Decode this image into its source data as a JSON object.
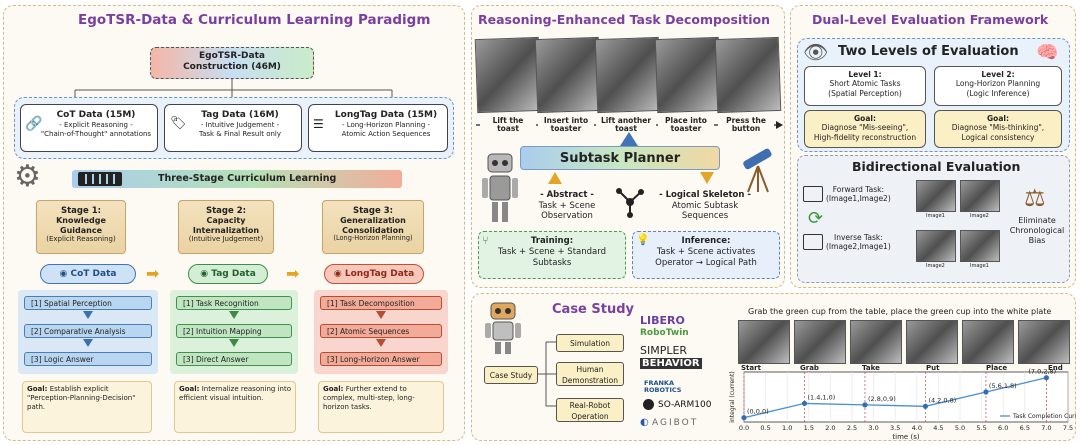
{
  "left": {
    "title": "EgoTSR-Data & Curriculum Learning Paradigm",
    "construction": {
      "line1": "EgoTSR-Data",
      "line2": "Construction (46M)"
    },
    "cot_box": {
      "title": "CoT Data (15M)",
      "l1": "- Explicit Reasoning -",
      "l2": "\"Chain-of-Thought\" annotations"
    },
    "tag_box": {
      "title": "Tag Data (16M)",
      "l1": "- Intuitive Judgement -",
      "l2": "Task & Final Result only"
    },
    "longtag_box": {
      "title": "LongTag Data (15M)",
      "l1": "- Long-Horizon Planning -",
      "l2": "Atomic Action Sequences"
    },
    "curriculum_label": "Three-Stage Curriculum Learning",
    "stages": [
      {
        "l1": "Stage 1:",
        "l2": "Knowledge",
        "l3": "Guidance",
        "sub": "(Explicit Reasoning)"
      },
      {
        "l1": "Stage 2:",
        "l2": "Capacity",
        "l3": "Internalization",
        "sub": "(Intuitive Judgement)"
      },
      {
        "l1": "Stage 3:",
        "l2": "Generalization",
        "l3": "Consolidation",
        "sub": "(Long-Horizon Planning)"
      }
    ],
    "pills": [
      "CoT Data",
      "Tag Data",
      "LongTag Data"
    ],
    "col1": [
      "[1] Spatial Perception",
      "[2] Comparative Analysis",
      "[3] Logic Answer"
    ],
    "col2": [
      "[1] Task Recognition",
      "[2] Intuition Mapping",
      "[3] Direct Answer"
    ],
    "col3": [
      "[1] Task Decomposition",
      "[2] Atomic Sequences",
      "[3] Long-Horizon Answer"
    ],
    "goal_label": "Goal:",
    "goals": [
      "Establish explicit \"Perception-Planning-Decision\" path.",
      "Internalize reasoning into efficient visual intuition.",
      "Further extend to complex, multi-step, long-horizon tasks."
    ],
    "colors": {
      "blue": "#bcd8f2",
      "green": "#c7ebc9",
      "red": "#f4b4a6"
    }
  },
  "middle": {
    "title": "Reasoning-Enhanced Task Decomposition",
    "steps": [
      {
        "a": "Lift the",
        "b": "toast"
      },
      {
        "a": "Insert into",
        "b": "toaster"
      },
      {
        "a": "Lift another",
        "b": "toast"
      },
      {
        "a": "Place into",
        "b": "toaster"
      },
      {
        "a": "Press the",
        "b": "button"
      }
    ],
    "planner": "Subtask Planner",
    "abstract": {
      "title": "- Abstract -",
      "l1": "Task + Scene",
      "l2": "Observation"
    },
    "skeleton": {
      "title": "- Logical Skeleton -",
      "l1": "Atomic Subtask",
      "l2": "Sequences"
    },
    "training": {
      "title": "Training:",
      "l1": "Task + Scene + Standard",
      "l2": "Subtasks"
    },
    "inference": {
      "title": "Inference:",
      "l1": "Task + Scene activates",
      "l2": "Operator → Logical Path"
    }
  },
  "right": {
    "title": "Dual-Level Evaluation Framework",
    "two_levels": "Two Levels of Evaluation",
    "level1": {
      "t": "Level 1:",
      "l1": "Short Atomic Tasks",
      "l2": "(Spatial Perception)"
    },
    "level2": {
      "t": "Level 2:",
      "l1": "Long-Horizon Planning",
      "l2": "(Logic Inference)"
    },
    "goal1": {
      "t": "Goal:",
      "l1": "Diagnose \"Mis-seeing\",",
      "l2": "High-fidelity reconstruction"
    },
    "goal2": {
      "t": "Goal:",
      "l1": "Diagnose \"Mis-thinking\",",
      "l2": "Logical consistency"
    },
    "bidir": "Bidirectional Evaluation",
    "forward": {
      "l1": "Forward Task:",
      "l2": "(Image1,Image2)"
    },
    "inverse": {
      "l1": "Inverse Task:",
      "l2": "(Image2,Image1)"
    },
    "img_labels": [
      "Image1",
      "Image2",
      "Image2",
      "Image1"
    ],
    "eliminate": {
      "l1": "Eliminate",
      "l2": "Chronological",
      "l3": "Bias"
    }
  },
  "case": {
    "title": "Case Study",
    "root": "Case Study",
    "branches": [
      "Simulation",
      "Human Demonstration",
      "Real-Robot Operation"
    ],
    "logos": [
      "LIBERO",
      "RoboTwin",
      "SIMPLER",
      "BEHAVIOR",
      "FRANKA ROBOTICS",
      "SO-ARM100",
      "AGIBOT"
    ],
    "instruction": "Grab the green cup from the table, place the green cup into the white plate",
    "frames": [
      "Start",
      "Grab",
      "Take",
      "Put",
      "Place",
      "End"
    ]
  },
  "chart_data": {
    "type": "line",
    "ylabel": "integral (current)",
    "xlabel": "time (s)",
    "xlim": [
      0,
      7.5
    ],
    "xticks": [
      "0.0",
      "0.5",
      "1.0",
      "1.5",
      "2.0",
      "2.5",
      "3.0",
      "3.5",
      "4.0",
      "4.5",
      "5.0",
      "5.5",
      "6.0",
      "6.5",
      "7.0",
      "7.5"
    ],
    "series": [
      {
        "name": "Task Completion Curve",
        "color": "#4a8fd0",
        "x": [
          0.0,
          1.4,
          2.8,
          4.2,
          5.6,
          7.0
        ],
        "y": [
          0.0,
          1.0,
          0.9,
          0.8,
          1.8,
          2.8
        ],
        "labels": [
          "(0,0,0)",
          "(1.4,1,0)",
          "(2.8,0,9)",
          "(4.2,0,8)",
          "(5.6,1,8)",
          "(7.0,2,8)"
        ]
      }
    ]
  }
}
